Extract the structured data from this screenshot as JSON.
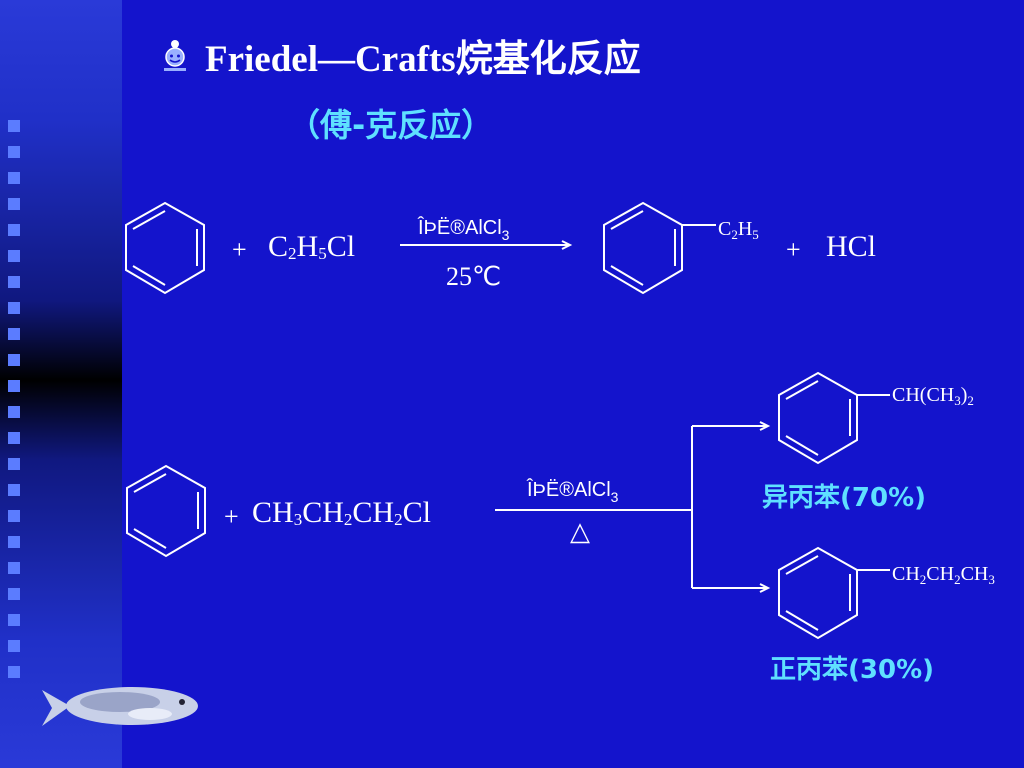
{
  "title": "Friedel—Crafts烷基化反应",
  "subtitle": "（傅-克反应）",
  "reaction1": {
    "plus1": "+",
    "reagent": {
      "base": [
        "C",
        "H",
        "Cl"
      ],
      "subs": [
        "2",
        "5",
        ""
      ]
    },
    "catalyst": "ÎÞË®AlCl",
    "catalyst_sub": "3",
    "condition": "25℃",
    "product_substituent": {
      "parts": [
        "C",
        "H"
      ],
      "subs": [
        "2",
        "5"
      ]
    },
    "plus2": "+",
    "byproduct": "HCl"
  },
  "reaction2": {
    "plus": "+",
    "reagent": {
      "parts": [
        "CH",
        "CH",
        "CH",
        "Cl"
      ],
      "subs": [
        "3",
        "2",
        "2",
        ""
      ]
    },
    "catalyst": "ÎÞË®AlCl",
    "catalyst_sub": "3",
    "condition": "△",
    "product1": {
      "substituent": "CH(CH",
      "sub1": "3",
      "close": ")",
      "sub2": "2",
      "name": "异丙苯(70%)"
    },
    "product2": {
      "substituent_parts": [
        "CH",
        "CH",
        "CH"
      ],
      "subs": [
        "2",
        "2",
        "3"
      ],
      "name": "正丙苯(30%)"
    }
  },
  "colors": {
    "background": "#1414cc",
    "accent": "#5fe0ff",
    "text": "#ffffff"
  }
}
